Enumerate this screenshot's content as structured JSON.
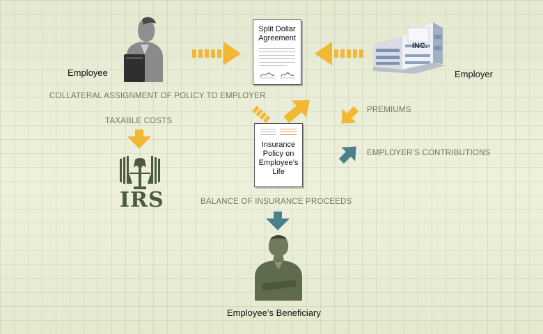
{
  "nodes": {
    "employee": "Employee",
    "employer": "Employer",
    "beneficiary": "Employee’s Beneficiary",
    "agreement": [
      "Split Dollar",
      "Agreement"
    ],
    "policy": [
      "Insurance",
      "Policy on",
      "Employee’s",
      "Life"
    ],
    "company_sign": "INC.",
    "irs": "IRS"
  },
  "flows": {
    "collateral": "COLLATERAL ASSIGNMENT OF POLICY TO EMPLOYER",
    "taxable": "TAXABLE COSTS",
    "premiums": "PREMIUMS",
    "contributions": "EMPLOYER’S CONTRIBUTIONS",
    "balance": "BALANCE OF INSURANCE PROCEEDS"
  },
  "colors": {
    "arrow_gold": "#f2b733",
    "arrow_teal": "#4a7f8c",
    "figure_dark": "#5f6b4d",
    "irs_green": "#4b5a40"
  }
}
